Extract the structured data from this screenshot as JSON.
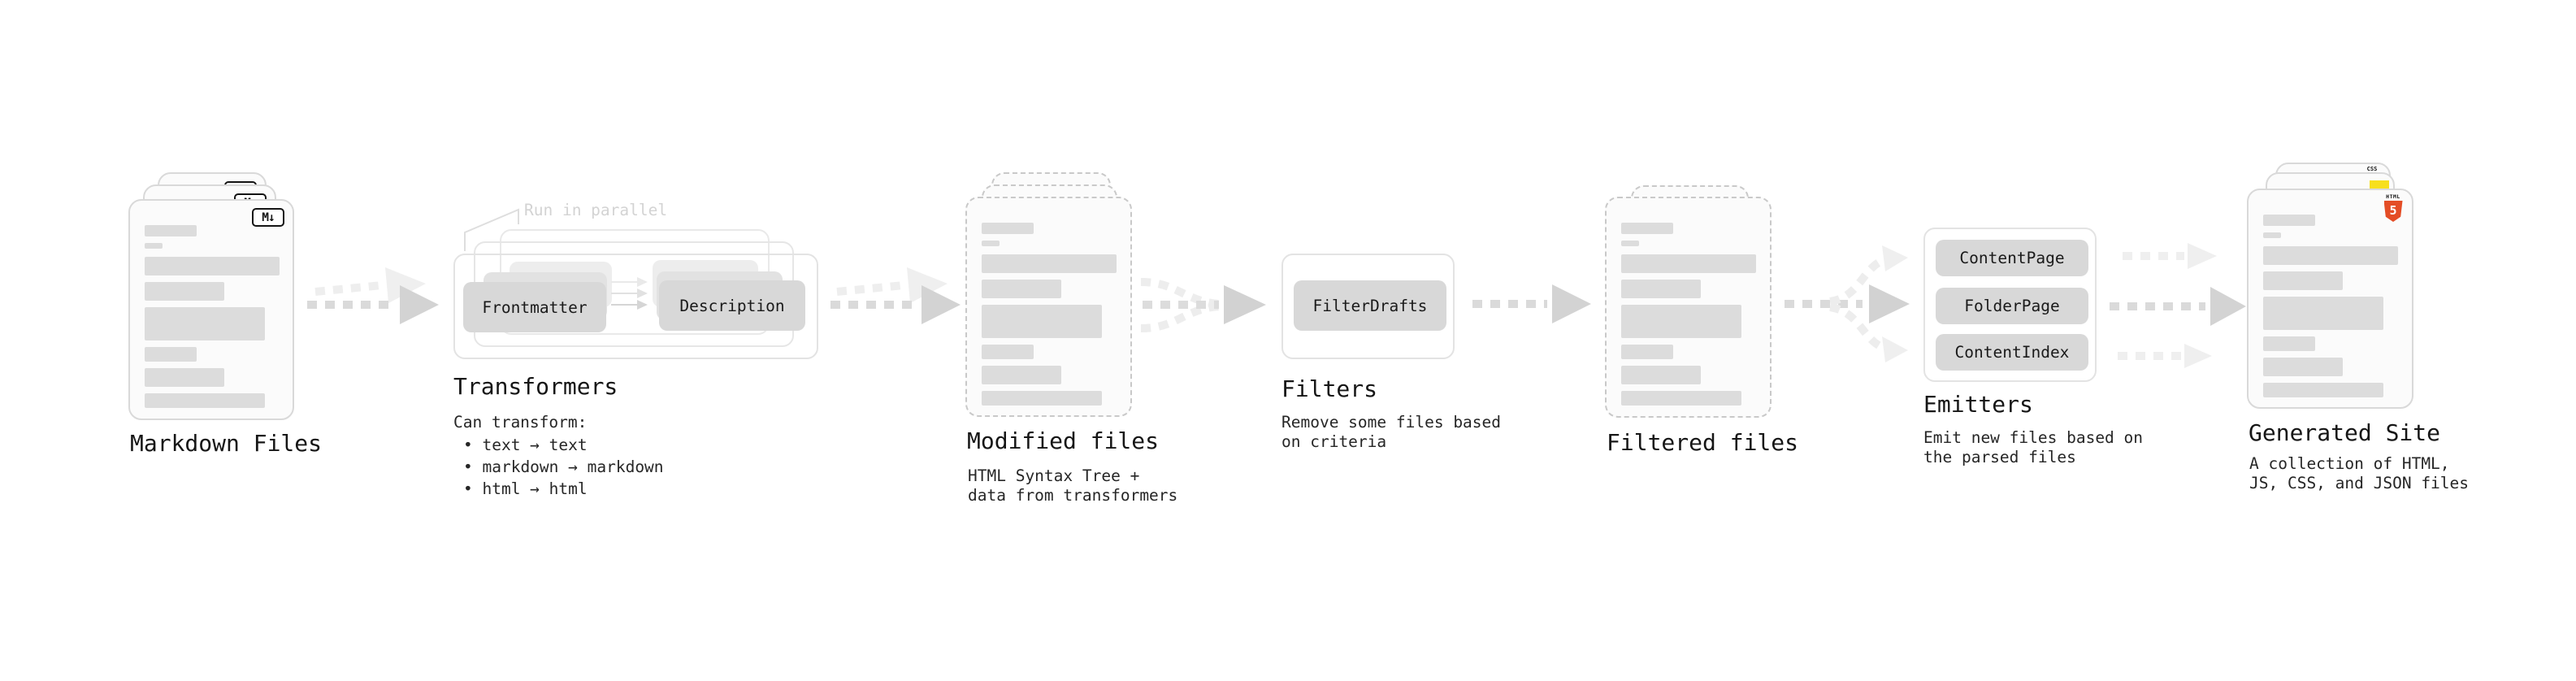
{
  "stages": {
    "markdown": {
      "label": "Markdown Files",
      "badge": "M↓"
    },
    "transformers": {
      "note": "Run in parallel",
      "node_left": "Frontmatter",
      "node_right": "Description",
      "label": "Transformers",
      "desc_title": "Can transform:",
      "bullets": [
        "• text → text",
        "• markdown → markdown",
        "• html → html"
      ]
    },
    "modified": {
      "label": "Modified files",
      "desc": [
        "HTML Syntax Tree +",
        "data from transformers"
      ]
    },
    "filters": {
      "node": "FilterDrafts",
      "label": "Filters",
      "desc": [
        "Remove some files based",
        "on criteria"
      ]
    },
    "filtered": {
      "label": "Filtered files"
    },
    "emitters": {
      "nodes": [
        "ContentPage",
        "FolderPage",
        "ContentIndex"
      ],
      "label": "Emitters",
      "desc": [
        "Emit new files based on",
        "the parsed files"
      ]
    },
    "generated": {
      "label": "Generated Site",
      "desc": [
        "A collection of HTML,",
        "JS, CSS, and JSON files"
      ],
      "badges": {
        "css": "CSS",
        "html_label": "HTML",
        "html_number": "5"
      }
    }
  },
  "colors": {
    "html5_orange": "#e44d26",
    "js_yellow": "#f7df1e",
    "css_blue": "#2f63e0"
  }
}
